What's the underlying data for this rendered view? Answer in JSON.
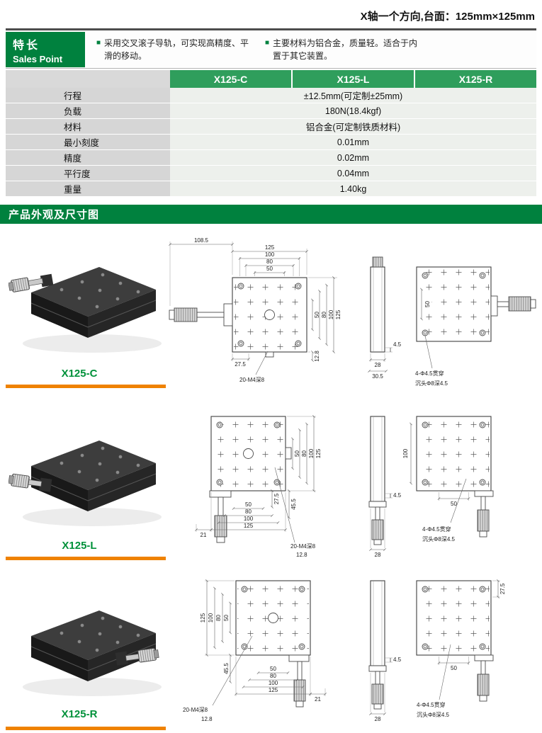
{
  "meta": {
    "top_note": "X轴一个方向,台面：125mm×125mm"
  },
  "sales_point": {
    "title_cn": "特长",
    "title_en": "Sales Point",
    "bullet1": "采用交叉滚子导轨，可实现高精度、平滑的移动。",
    "bullet2": "主要材料为铝合金，质量轻。适合于内置于其它装置。"
  },
  "spec_table": {
    "headers": [
      "X125-C",
      "X125-L",
      "X125-R"
    ],
    "rows": [
      {
        "label": "行程",
        "value": "±12.5mm(可定制±25mm)"
      },
      {
        "label": "负载",
        "value": "180N(18.4kgf)"
      },
      {
        "label": "材料",
        "value": "铝合金(可定制铁质材料)"
      },
      {
        "label": "最小刻度",
        "value": "0.01mm"
      },
      {
        "label": "精度",
        "value": "0.02mm"
      },
      {
        "label": "平行度",
        "value": "0.04mm"
      },
      {
        "label": "重量",
        "value": "1.40kg"
      }
    ]
  },
  "section": {
    "title": "产品外观及尺寸图"
  },
  "products": [
    {
      "label": "X125-C",
      "plan": {
        "dim_a": "108.5",
        "top_dims": [
          "125",
          "100",
          "80",
          "50"
        ],
        "right_dims": [
          "50",
          "80",
          "100",
          "125"
        ],
        "dim_b": "27.5",
        "thread_note": "20-M4深8",
        "dim_c": "12.8"
      },
      "side": {
        "dim_1": "4.5",
        "dim_2": "28",
        "dim_3": "30.5"
      },
      "end": {
        "dim_v": "50",
        "note1": "4-Φ4.5贯穿",
        "note2": "沉头Φ8深4.5"
      }
    },
    {
      "label": "X125-L",
      "plan": {
        "right_dims": [
          "50",
          "80",
          "100",
          "125"
        ],
        "dim_b": "27.5",
        "dim_d": "45.5",
        "bottom_dims": [
          "50",
          "80",
          "100",
          "125"
        ],
        "dim_e": "21",
        "thread_note": "20-M4深8",
        "dim_c": "12.8"
      },
      "side": {
        "dim_1": "4.5",
        "dim_2": "28"
      },
      "end": {
        "dim_v": "100",
        "dim_h": "50",
        "note1": "4-Φ4.5贯穿",
        "note2": "沉头Φ8深4.5"
      }
    },
    {
      "label": "X125-R",
      "plan": {
        "left_dims": [
          "50",
          "80",
          "100",
          "125"
        ],
        "dim_d": "45.5",
        "bottom_dims": [
          "50",
          "80",
          "100",
          "125"
        ],
        "dim_e": "21",
        "thread_note": "20-M4深8",
        "dim_c": "12.8"
      },
      "side": {
        "dim_1": "4.5",
        "dim_2": "28"
      },
      "end": {
        "dim_f": "27.5",
        "dim_h": "50",
        "note1": "4-Φ4.5贯穿",
        "note2": "沉头Φ8深4.5"
      }
    }
  ]
}
